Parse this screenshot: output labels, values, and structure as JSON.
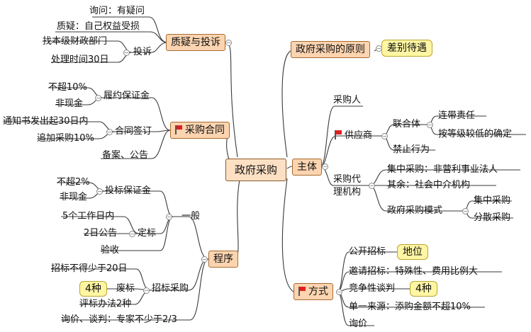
{
  "center": "政府采购",
  "left": {
    "complaint": {
      "label": "质疑与投诉",
      "items": [
        "询问：有疑问",
        "质疑：自己权益受损"
      ],
      "complaint": {
        "label": "投诉",
        "items": [
          "找本级财政部门",
          "处理时间30日"
        ]
      }
    },
    "contract": {
      "label": "采购合同",
      "performance_bond": {
        "label": "履约保证金",
        "items": [
          "不超10%",
          "非现金"
        ]
      },
      "signing": {
        "label": "合同签订",
        "items": [
          "通知书发出起30日内",
          "追加采购10%"
        ]
      },
      "filing": "备案、公告"
    },
    "procedure": {
      "label": "程序",
      "general": {
        "label": "一般",
        "bid_bond": {
          "label": "投标保证金",
          "items": [
            "不超2%",
            "非现金"
          ]
        },
        "award": {
          "label": "定标",
          "items": [
            "5个工作日内",
            "2日公告"
          ]
        },
        "acceptance": "验收"
      },
      "tender": {
        "label": "招标采购",
        "min_bidders": "招标不得少于20日",
        "void": {
          "label": "废标",
          "tag": "4种"
        },
        "evaluation": "评标办法2种"
      },
      "inquiry": "询价、谈判：专家不少于2/3"
    }
  },
  "right": {
    "principle": {
      "label": "政府采购的原则",
      "item": "差别待遇"
    },
    "subject": {
      "label": "主体",
      "purchaser": "采购人",
      "supplier": {
        "label": "供应商",
        "consortium": {
          "label": "联合体",
          "items": [
            "连带责任",
            "按等级较低的确定"
          ]
        },
        "prohibited": "禁止行为"
      },
      "agency": {
        "label_line1": "采购代",
        "label_line2": "理机构",
        "central": "集中采购：非营利事业法人",
        "other": "其余：社会中介机构",
        "mode": {
          "label": "政府采购模式",
          "items": [
            "集中采购",
            "分散采购"
          ]
        }
      }
    },
    "methods": {
      "label": "方式",
      "open": {
        "label": "公开招标",
        "tag": "地位"
      },
      "invited": "邀请招标：特殊性、费用比例大",
      "competitive": {
        "label": "竞争性谈判",
        "tag": "4种"
      },
      "single": "单一来源：添购金额不超10%",
      "inquiry": "询价"
    }
  }
}
